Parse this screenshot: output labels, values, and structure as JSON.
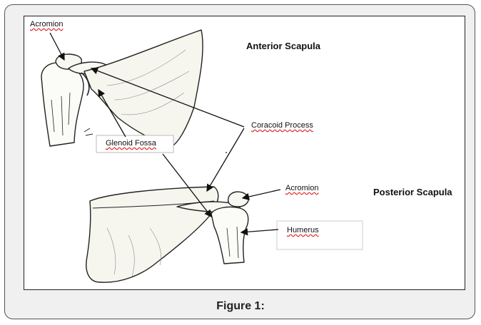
{
  "figure": {
    "caption": "Figure 1:",
    "labels": {
      "acromion_top": "Acromion",
      "anterior_title": "Anterior Scapula",
      "coracoid_process": "Coracoid Process",
      "glenoid_fossa": "Glenoid Fossa",
      "acromion_bottom": "Acromion",
      "posterior_title": "Posterior Scapula",
      "humerus": "Humerus"
    }
  }
}
